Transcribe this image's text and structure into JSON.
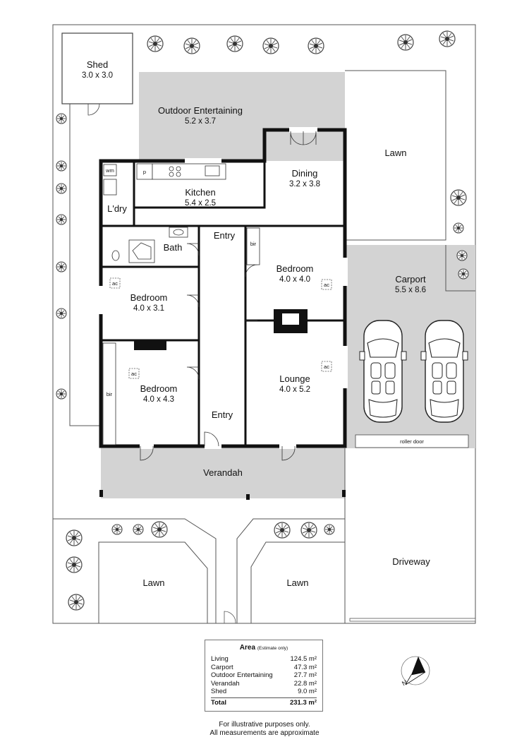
{
  "rooms": {
    "shed": {
      "name": "Shed",
      "size": "3.0 x 3.0"
    },
    "outdoor": {
      "name": "Outdoor Entertaining",
      "size": "5.2 x 3.7"
    },
    "dining": {
      "name": "Dining",
      "size": "3.2 x 3.8"
    },
    "kitchen": {
      "name": "Kitchen",
      "size": "5.4 x 2.5"
    },
    "laundry": {
      "name": "L'dry"
    },
    "bath": {
      "name": "Bath"
    },
    "bedroom1": {
      "name": "Bedroom",
      "size": "4.0 x 4.0"
    },
    "bedroom2": {
      "name": "Bedroom",
      "size": "4.0 x 3.1"
    },
    "bedroom3": {
      "name": "Bedroom",
      "size": "4.0 x 4.3"
    },
    "lounge": {
      "name": "Lounge",
      "size": "4.0 x 5.2"
    },
    "carport": {
      "name": "Carport",
      "size": "5.5 x 8.6"
    },
    "entry_small": {
      "name": "Entry"
    },
    "entry": {
      "name": "Entry"
    },
    "verandah": {
      "name": "Verandah"
    }
  },
  "outdoor_labels": {
    "lawn_top": "Lawn",
    "lawn_left": "Lawn",
    "lawn_right": "Lawn",
    "driveway": "Driveway",
    "roller_door": "roller door"
  },
  "fixtures": {
    "wm": "wm",
    "pantry": "p",
    "bir": "bir",
    "ac": "ac"
  },
  "area_table": {
    "title": "Area",
    "note": "(Estimate only)",
    "rows": [
      {
        "label": "Living",
        "value": "124.5 m²"
      },
      {
        "label": "Carport",
        "value": "47.3 m²"
      },
      {
        "label": "Outdoor Entertaining",
        "value": "27.7 m²"
      },
      {
        "label": "Verandah",
        "value": "22.8 m²"
      },
      {
        "label": "Shed",
        "value": "9.0 m²"
      }
    ],
    "total": {
      "label": "Total",
      "value": "231.3 m²"
    }
  },
  "disclaimer": {
    "line1": "For illustrative purposes only.",
    "line2": "All measurements are approximate"
  },
  "compass": {
    "label": "N"
  },
  "colors": {
    "shaded": "#d3d3d3",
    "wall": "#111111",
    "tree": "#555555"
  }
}
